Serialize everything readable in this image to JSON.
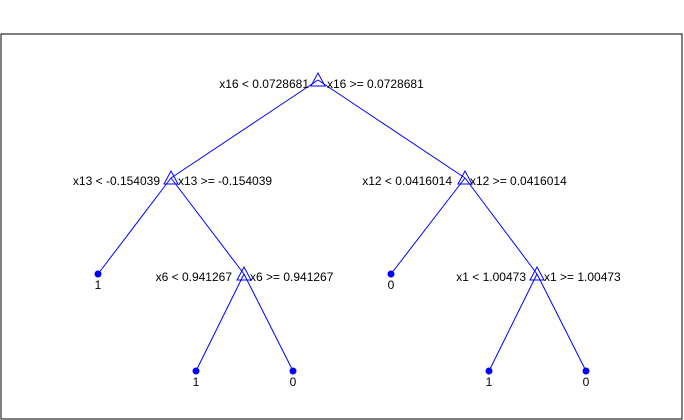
{
  "colors": {
    "edge": "#0000ff",
    "node": "#0000ff",
    "text": "#000000",
    "frame": "#000000",
    "background": "#ffffff"
  },
  "tree": {
    "root": {
      "left_condition": "x16 < 0.0728681",
      "right_condition": "x16 >= 0.0728681"
    },
    "node_left": {
      "left_condition": "x13 < -0.154039",
      "right_condition": "x13 >= -0.154039"
    },
    "node_right": {
      "left_condition": "x12 < 0.0416014",
      "right_condition": "x12 >= 0.0416014"
    },
    "node_left_right": {
      "left_condition": "x6 < 0.941267",
      "right_condition": "x6 >= 0.941267"
    },
    "node_right_right": {
      "left_condition": "x1 < 1.00473",
      "right_condition": "x1 >= 1.00473"
    },
    "leaves": {
      "leaf_1": "1",
      "leaf_2": "0",
      "leaf_3": "1",
      "leaf_4": "0",
      "leaf_5": "1",
      "leaf_6": "0"
    }
  }
}
